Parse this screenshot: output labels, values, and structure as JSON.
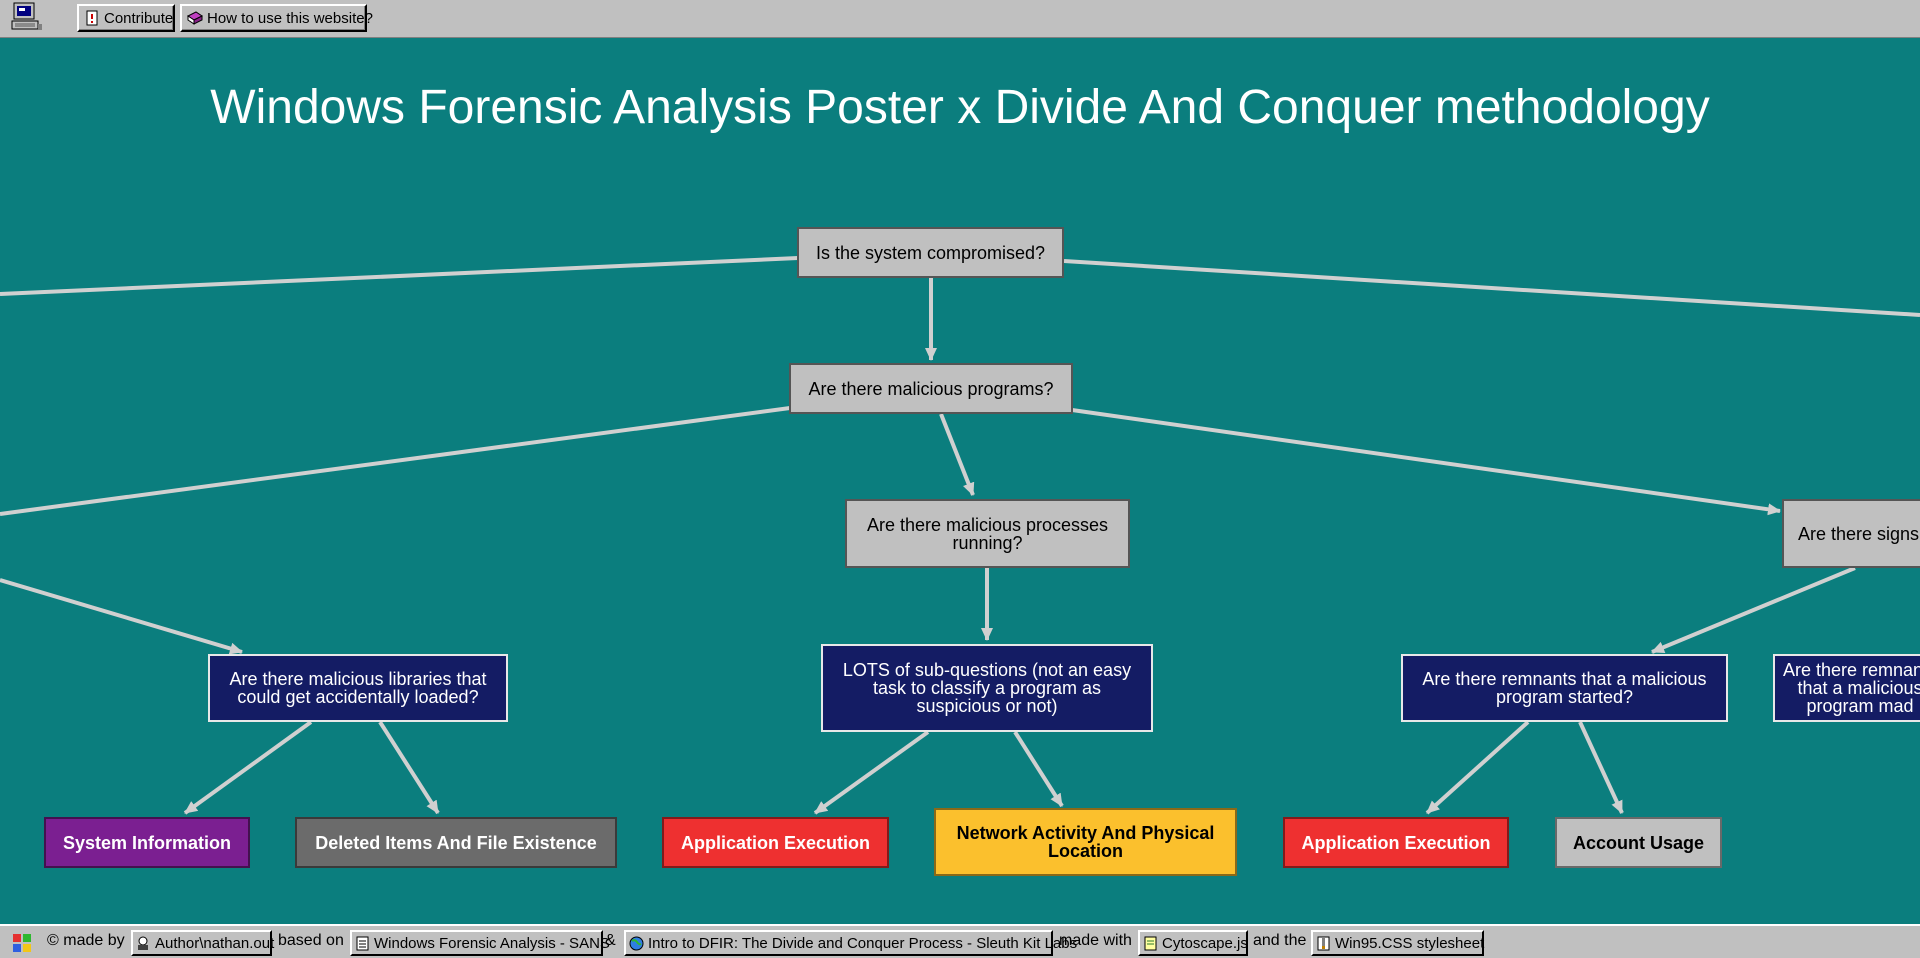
{
  "toolbar": {
    "contribute_label": "Contribute",
    "howto_label": "How to use this website?"
  },
  "title": "Windows Forensic Analysis Poster x Divide And Conquer methodology",
  "graph": {
    "root": "Is the system compromised?",
    "malicious_programs": "Are there malicious programs?",
    "malicious_processes": "Are there malicious processes running?",
    "signs_partial": "Are there signs",
    "libraries": "Are there malicious libraries that could get accidentally loaded?",
    "lots_subquestions": "LOTS of sub-questions (not an easy task to classify a program as suspicious or not)",
    "remnants_started": "Are there remnants that a malicious program started?",
    "remnants_partial": "Are there remnants that a malicious program mad",
    "categories": {
      "system_information": "System Information",
      "deleted_items": "Deleted Items And File Existence",
      "app_exec_1": "Application Execution",
      "network_activity": "Network Activity And Physical Location",
      "app_exec_2": "Application Execution",
      "account_usage": "Account Usage"
    },
    "colors": {
      "system_information": "#7b1f91",
      "deleted_items": "#6b6b6b",
      "application_execution": "#ee3030",
      "network_activity": "#fbc02d",
      "account_usage": "#c0c0c0",
      "navy_node": "#141c64",
      "grey_node": "#c0c0c0",
      "background": "#0b7e7e",
      "edge": "#d0d0d0"
    }
  },
  "footer": {
    "made_by": "© made by",
    "author": "Author\\nathan.out",
    "based_on": "based on",
    "sans": "Windows Forensic Analysis - SANS",
    "amp": "&",
    "intro": "Intro to DFIR: The Divide and Conquer Process - Sleuth Kit Labs",
    "made_with": "made with",
    "cytoscape": "Cytoscape.js",
    "and_the": "and the",
    "win95css": "Win95.CSS stylesheet"
  }
}
